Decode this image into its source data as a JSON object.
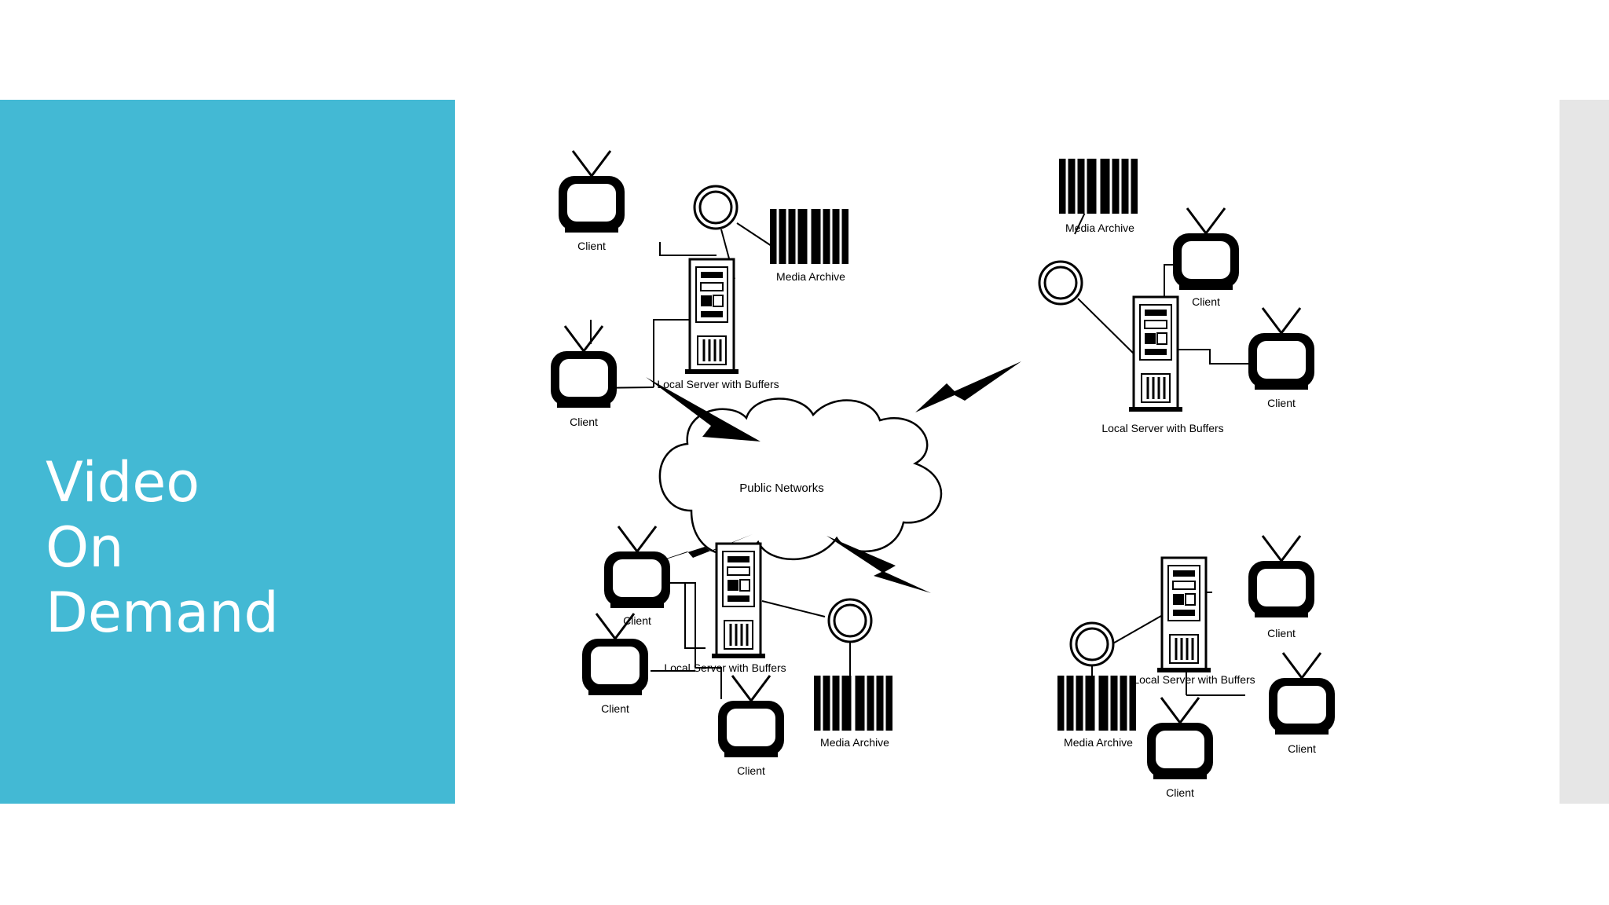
{
  "slide": {
    "title_lines": [
      "Video",
      "On",
      "Demand"
    ]
  },
  "colors": {
    "title_panel": "#43b9d4",
    "title_text": "#ffffff",
    "right_strip": "#e6e6e6",
    "diagram_ink": "#000000"
  },
  "diagram": {
    "cloud_label": "Public Networks",
    "sites": [
      {
        "server_label": "Local Server with Buffers",
        "archive_label": "Media Archive",
        "clients": [
          "Client",
          "Client"
        ]
      },
      {
        "server_label": "Local Server with Buffers",
        "archive_label": "Media Archive",
        "clients": [
          "Client",
          "Client"
        ]
      },
      {
        "server_label": "Local Server with Buffers",
        "archive_label": "Media Archive",
        "clients": [
          "Client",
          "Client",
          "Client"
        ]
      },
      {
        "server_label": "Local Server with Buffers",
        "archive_label": "Media Archive",
        "clients": [
          "Client",
          "Client",
          "Client"
        ]
      }
    ]
  }
}
